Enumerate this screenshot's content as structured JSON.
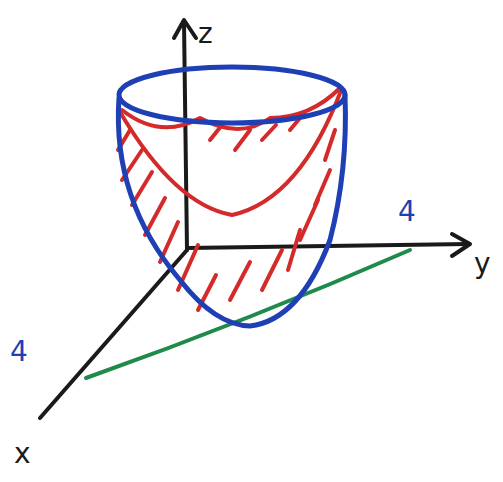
{
  "diagram": {
    "labels": [
      "z",
      "4",
      "y",
      "4",
      "x"
    ]
  }
}
